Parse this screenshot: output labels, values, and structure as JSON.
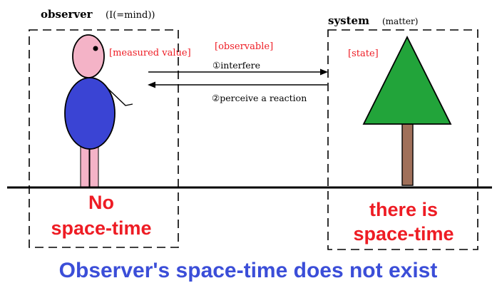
{
  "observer": {
    "title": "observer",
    "subtitle": "(I(=mind))",
    "measured_value_label": "[measured value]",
    "bottom_label_line1": "No",
    "bottom_label_line2": "space-time"
  },
  "system": {
    "title": "system",
    "subtitle": "(matter)",
    "state_label": "[state]",
    "bottom_label_line1": "there is",
    "bottom_label_line2": "space-time"
  },
  "interaction": {
    "observable_label": "[observable]",
    "step1_label": "①interfere",
    "step2_label": "②perceive a reaction"
  },
  "footer": {
    "caption": "Observer's space-time does not exist"
  },
  "colors": {
    "red_label": "#ee1c24",
    "caption_blue": "#3b4ed8",
    "head_pink": "#f4b3c7",
    "body_blue": "#3a44d4",
    "leg_pink": "#f4b3c7",
    "tree_green": "#22a43a",
    "trunk_brown": "#a0705a"
  }
}
